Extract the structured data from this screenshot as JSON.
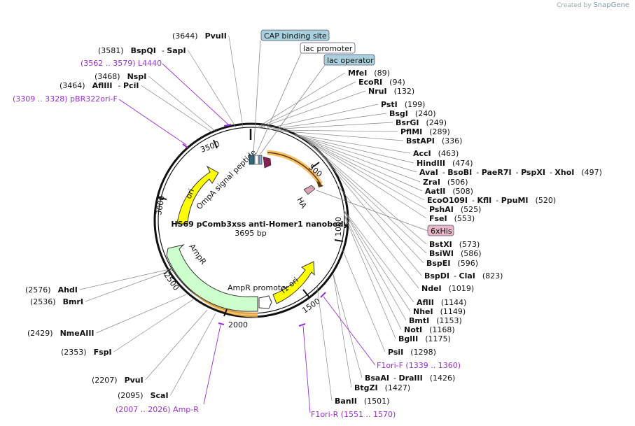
{
  "brand": {
    "created_by": "Created by",
    "name": "SnapGene"
  },
  "plasmid": {
    "name": "HS69 pComb3xss anti-Homer1 nanobody",
    "length": "3695 bp"
  },
  "ticks": [
    "500",
    "1000",
    "1500",
    "2000",
    "2500",
    "3000",
    "3500"
  ],
  "boxed_features": {
    "cap": "CAP binding site",
    "lacp": "lac promoter",
    "laco": "lac operator",
    "his": "6xHis"
  },
  "feature_labels": {
    "ompa": "OmpA signal peptide",
    "ori": "ori",
    "ampr": "AmpR",
    "amprp": "AmpR promoter",
    "f1ori": "f1 ori",
    "ha": "HA"
  },
  "sites_right": [
    {
      "pos": "(89)",
      "name": "MfeI",
      "name2": "",
      "name3": "",
      "name4": "",
      "name5": ""
    },
    {
      "pos": "(94)",
      "name": "EcoRI",
      "name2": "",
      "name3": "",
      "name4": "",
      "name5": ""
    },
    {
      "pos": "(132)",
      "name": "NruI",
      "name2": "",
      "name3": "",
      "name4": "",
      "name5": ""
    },
    {
      "pos": "(199)",
      "name": "PstI",
      "name2": "",
      "name3": "",
      "name4": "",
      "name5": ""
    },
    {
      "pos": "(240)",
      "name": "BsgI",
      "name2": "",
      "name3": "",
      "name4": "",
      "name5": ""
    },
    {
      "pos": "(249)",
      "name": "BsrGI",
      "name2": "",
      "name3": "",
      "name4": "",
      "name5": ""
    },
    {
      "pos": "(289)",
      "name": "PflMI",
      "name2": "",
      "name3": "",
      "name4": "",
      "name5": ""
    },
    {
      "pos": "(336)",
      "name": "BstAPI",
      "name2": "",
      "name3": "",
      "name4": "",
      "name5": ""
    },
    {
      "pos": "(463)",
      "name": "AccI",
      "name2": "",
      "name3": "",
      "name4": "",
      "name5": ""
    },
    {
      "pos": "(474)",
      "name": "HindIII",
      "name2": "",
      "name3": "",
      "name4": "",
      "name5": ""
    },
    {
      "pos": "(497)",
      "name": "AvaI",
      "name2": "BsoBI",
      "name3": "PaeR7I",
      "name4": "PspXI",
      "name5": "XhoI"
    },
    {
      "pos": "(506)",
      "name": "ZraI",
      "name2": "",
      "name3": "",
      "name4": "",
      "name5": ""
    },
    {
      "pos": "(508)",
      "name": "AatII",
      "name2": "",
      "name3": "",
      "name4": "",
      "name5": ""
    },
    {
      "pos": "(520)",
      "name": "EcoO109I",
      "name2": "KflI",
      "name3": "PpuMI",
      "name4": "",
      "name5": ""
    },
    {
      "pos": "(525)",
      "name": "PshAI",
      "name2": "",
      "name3": "",
      "name4": "",
      "name5": ""
    },
    {
      "pos": "(553)",
      "name": "FseI",
      "name2": "",
      "name3": "",
      "name4": "",
      "name5": ""
    },
    {
      "pos": "(573)",
      "name": "BstXI",
      "name2": "",
      "name3": "",
      "name4": "",
      "name5": ""
    },
    {
      "pos": "(586)",
      "name": "BsiWI",
      "name2": "",
      "name3": "",
      "name4": "",
      "name5": ""
    },
    {
      "pos": "(596)",
      "name": "BspEI",
      "name2": "",
      "name3": "",
      "name4": "",
      "name5": ""
    },
    {
      "pos": "(823)",
      "name": "BspDI",
      "name2": "ClaI",
      "name3": "",
      "name4": "",
      "name5": ""
    },
    {
      "pos": "(1019)",
      "name": "NdeI",
      "name2": "",
      "name3": "",
      "name4": "",
      "name5": ""
    },
    {
      "pos": "(1144)",
      "name": "AflII",
      "name2": "",
      "name3": "",
      "name4": "",
      "name5": ""
    },
    {
      "pos": "(1149)",
      "name": "NheI",
      "name2": "",
      "name3": "",
      "name4": "",
      "name5": ""
    },
    {
      "pos": "(1153)",
      "name": "BmtI",
      "name2": "",
      "name3": "",
      "name4": "",
      "name5": ""
    },
    {
      "pos": "(1168)",
      "name": "NotI",
      "name2": "",
      "name3": "",
      "name4": "",
      "name5": ""
    },
    {
      "pos": "(1175)",
      "name": "BglII",
      "name2": "",
      "name3": "",
      "name4": "",
      "name5": ""
    },
    {
      "pos": "(1298)",
      "name": "PsiI",
      "name2": "",
      "name3": "",
      "name4": "",
      "name5": ""
    },
    {
      "pos": "(1426)",
      "name": "BsaAI",
      "name2": "DraIII",
      "name3": "",
      "name4": "",
      "name5": ""
    },
    {
      "pos": "(1427)",
      "name": "BtgZI",
      "name2": "",
      "name3": "",
      "name4": "",
      "name5": ""
    },
    {
      "pos": "(1501)",
      "name": "BanII",
      "name2": "",
      "name3": "",
      "name4": "",
      "name5": ""
    }
  ],
  "sites_left": [
    {
      "pos": "(3644)",
      "name": "PvuII",
      "name2": ""
    },
    {
      "pos": "(3581)",
      "name": "BspQI",
      "name2": "SapI"
    },
    {
      "pos": "(3468)",
      "name": "NspI",
      "name2": ""
    },
    {
      "pos": "(3464)",
      "name": "AflIII",
      "name2": "PciI"
    },
    {
      "pos": "(2576)",
      "name": "AhdI",
      "name2": ""
    },
    {
      "pos": "(2536)",
      "name": "BmrI",
      "name2": ""
    },
    {
      "pos": "(2429)",
      "name": "NmeAIII",
      "name2": ""
    },
    {
      "pos": "(2353)",
      "name": "FspI",
      "name2": ""
    },
    {
      "pos": "(2207)",
      "name": "PvuI",
      "name2": ""
    },
    {
      "pos": "(2095)",
      "name": "ScaI",
      "name2": ""
    }
  ],
  "primers": {
    "l4440": "(3562 .. 3579)  L4440",
    "pbr": "(3309 .. 3328)  pBR322ori-F",
    "f1f": "F1ori-F   (1339 .. 1360)",
    "f1r": "F1ori-R   (1551 .. 1570)",
    "ampr": "(2007 .. 2026)  Amp-R"
  },
  "colors": {
    "primer": "#9a2fd6",
    "feature_yellow": "#ffff00",
    "feature_green": "#ccffcc",
    "box_blue": "#a9d0dd",
    "his_pink": "#e8b8c8",
    "orange_band": "#f5b041"
  }
}
